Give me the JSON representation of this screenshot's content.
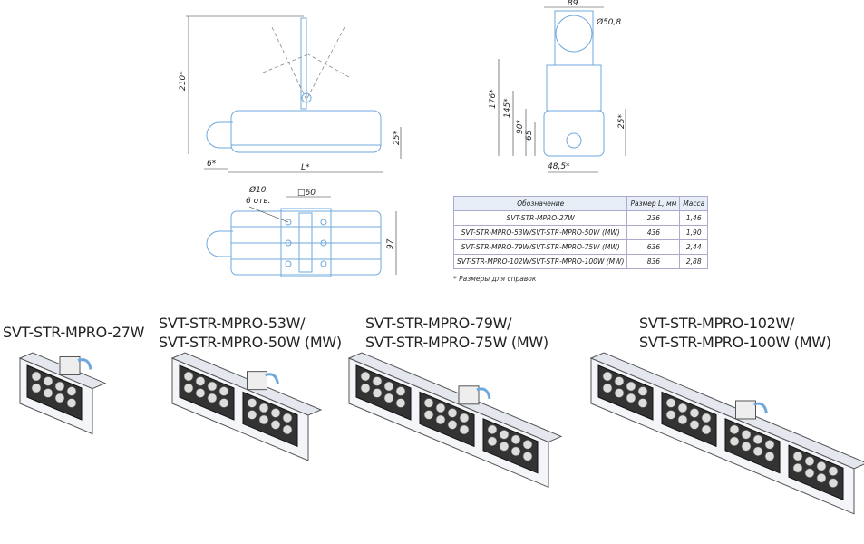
{
  "drawing": {
    "side": {
      "height": "210*",
      "offset": "6*",
      "length": "L*",
      "base": "25*"
    },
    "front": {
      "width": "89",
      "diameter": "Ø50,8",
      "h176": "176*",
      "h145": "145*",
      "h90": "90*",
      "h65": "65",
      "base": "25*",
      "bottom": "48,5*"
    },
    "top": {
      "holes": "Ø10",
      "holes_count": "6 отв.",
      "square": "□60",
      "depth": "97"
    }
  },
  "table": {
    "headers": [
      "Обозначение",
      "Размер L, мм",
      "Масса"
    ],
    "rows": [
      [
        "SVT-STR-MPRO-27W",
        "236",
        "1,46"
      ],
      [
        "SVT-STR-MPRO-53W/SVT-STR-MPRO-50W (MW)",
        "436",
        "1,90"
      ],
      [
        "SVT-STR-MPRO-79W/SVT-STR-MPRO-75W (MW)",
        "636",
        "2,44"
      ],
      [
        "SVT-STR-MPRO-102W/SVT-STR-MPRO-100W (MW)",
        "836",
        "2,88"
      ]
    ],
    "note": "* Размеры для справок"
  },
  "products": [
    {
      "line1": "SVT-STR-MPRO-27W",
      "line2": "",
      "modules": 1
    },
    {
      "line1": "SVT-STR-MPRO-53W/",
      "line2": "SVT-STR-MPRO-50W (MW)",
      "modules": 2
    },
    {
      "line1": "SVT-STR-MPRO-79W/",
      "line2": "SVT-STR-MPRO-75W (MW)",
      "modules": 3
    },
    {
      "line1": "SVT-STR-MPRO-102W/",
      "line2": "SVT-STR-MPRO-100W (MW)",
      "modules": 4
    }
  ]
}
